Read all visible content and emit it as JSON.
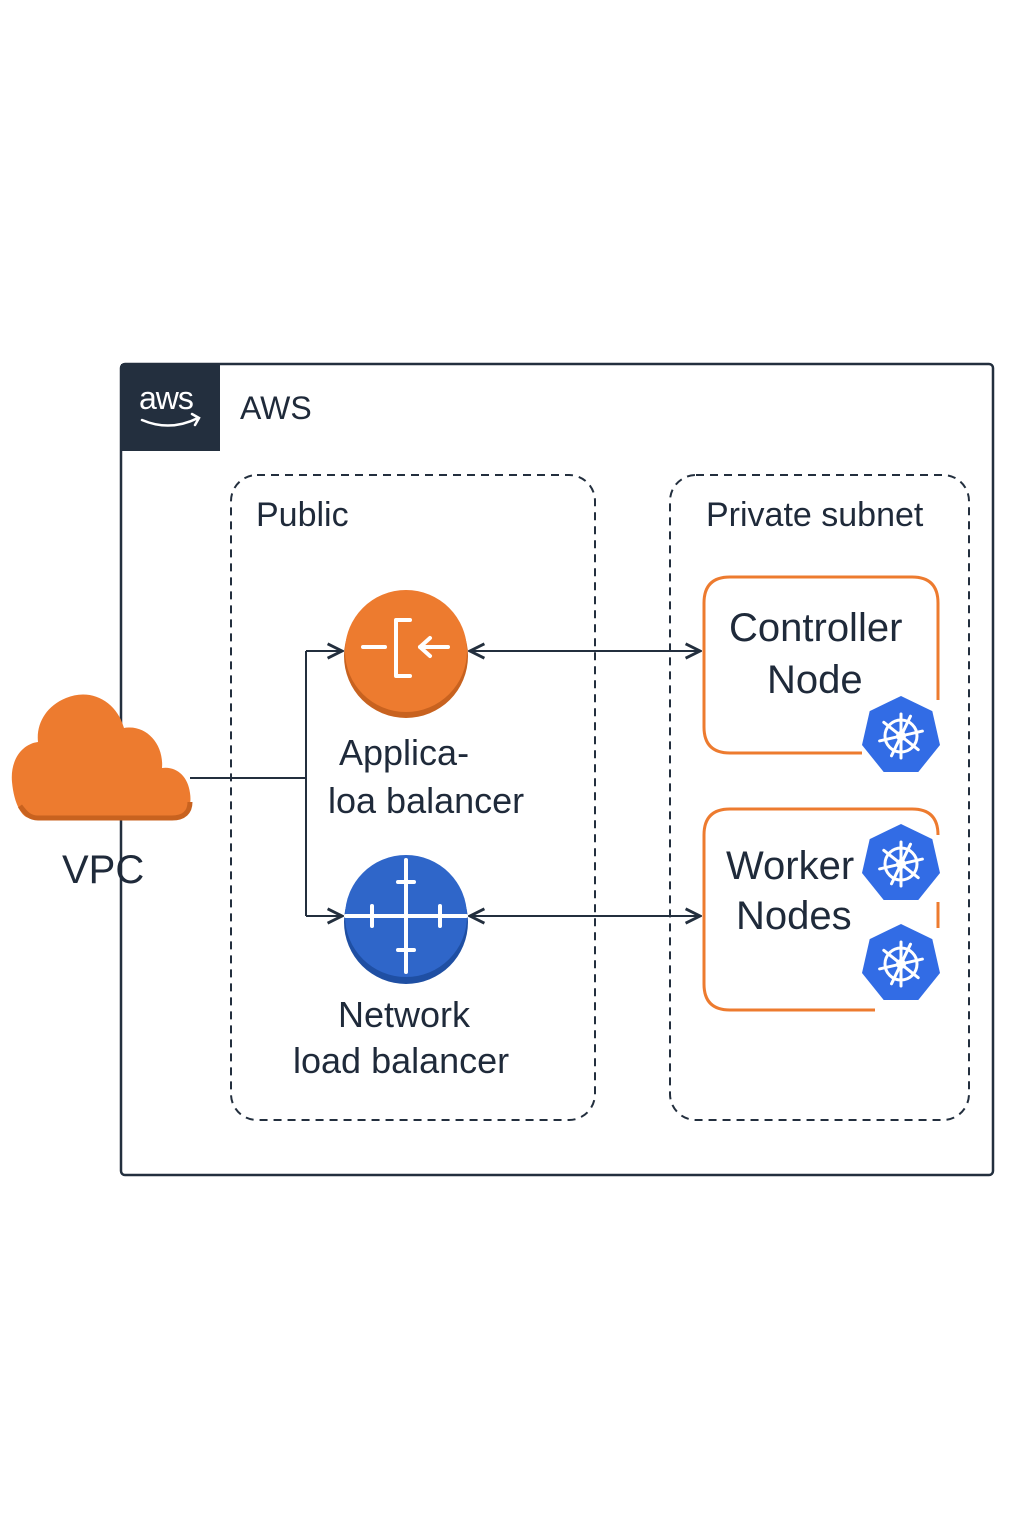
{
  "colors": {
    "aws_orange": "#ED7B2F",
    "aws_navy": "#232F3E",
    "k8s_blue": "#326CE5",
    "nlb_blue": "#2F66C9",
    "line": "#232F3E"
  },
  "aws": {
    "logo_text": "aws",
    "title": "AWS"
  },
  "vpc": {
    "icon": "cloud-icon",
    "label": "VPC"
  },
  "public_subnet": {
    "label": "Public",
    "alb": {
      "icon": "application-load-balancer-icon",
      "label_line1": "Applica-",
      "label_line2": "loa balancer"
    },
    "nlb": {
      "icon": "network-load-balancer-icon",
      "label_line1": "Network",
      "label_line2": "load balancer"
    }
  },
  "private_subnet": {
    "label": "Private subnet",
    "controller": {
      "label_line1": "Controller",
      "label_line2": "Node",
      "icon": "kubernetes-icon"
    },
    "workers": {
      "label_line1": "Worker",
      "label_line2": "Nodes",
      "icon": "kubernetes-icon"
    }
  }
}
